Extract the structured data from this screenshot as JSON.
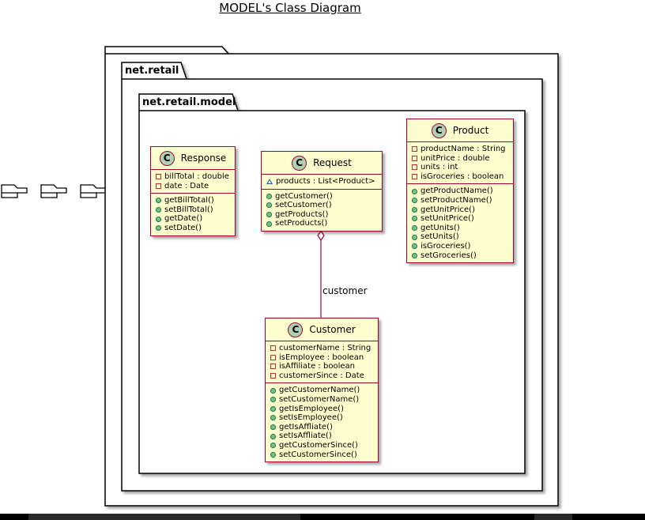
{
  "title": "MODEL's Class Diagram",
  "packages": {
    "outer": {
      "name": ""
    },
    "retail": {
      "name": "net.retail"
    },
    "model": {
      "name": "net.retail.model"
    }
  },
  "classes": {
    "response": {
      "stereotype": "C",
      "name": "Response",
      "attributes": [
        {
          "visibility": "private",
          "text": "billTotal : double"
        },
        {
          "visibility": "private",
          "text": "date : Date"
        }
      ],
      "methods": [
        {
          "visibility": "public",
          "text": "getBillTotal()"
        },
        {
          "visibility": "public",
          "text": "setBillTotal()"
        },
        {
          "visibility": "public",
          "text": "getDate()"
        },
        {
          "visibility": "public",
          "text": "setDate()"
        }
      ]
    },
    "request": {
      "stereotype": "C",
      "name": "Request",
      "attributes": [
        {
          "visibility": "package",
          "text": "products : List<Product>"
        }
      ],
      "methods": [
        {
          "visibility": "public",
          "text": "getCustomer()"
        },
        {
          "visibility": "public",
          "text": "setCustomer()"
        },
        {
          "visibility": "public",
          "text": "getProducts()"
        },
        {
          "visibility": "public",
          "text": "setProducts()"
        }
      ]
    },
    "product": {
      "stereotype": "C",
      "name": "Product",
      "attributes": [
        {
          "visibility": "private",
          "text": "productName : String"
        },
        {
          "visibility": "private",
          "text": "unitPrice : double"
        },
        {
          "visibility": "private",
          "text": "units : int"
        },
        {
          "visibility": "private",
          "text": "isGroceries : boolean"
        }
      ],
      "methods": [
        {
          "visibility": "public",
          "text": "getProductName()"
        },
        {
          "visibility": "public",
          "text": "setProductName()"
        },
        {
          "visibility": "public",
          "text": "getUnitPrice()"
        },
        {
          "visibility": "public",
          "text": "setUnitPrice()"
        },
        {
          "visibility": "public",
          "text": "getUnits()"
        },
        {
          "visibility": "public",
          "text": "setUnits()"
        },
        {
          "visibility": "public",
          "text": "isGroceries()"
        },
        {
          "visibility": "public",
          "text": "setGroceries()"
        }
      ]
    },
    "customer": {
      "stereotype": "C",
      "name": "Customer",
      "attributes": [
        {
          "visibility": "private",
          "text": "customerName : String"
        },
        {
          "visibility": "private",
          "text": "isEmployee : boolean"
        },
        {
          "visibility": "private",
          "text": "isAffiliate : boolean"
        },
        {
          "visibility": "private",
          "text": "customerSince : Date"
        }
      ],
      "methods": [
        {
          "visibility": "public",
          "text": "getCustomerName()"
        },
        {
          "visibility": "public",
          "text": "setCustomerName()"
        },
        {
          "visibility": "public",
          "text": "getIsEmployee()"
        },
        {
          "visibility": "public",
          "text": "setIsEmployee()"
        },
        {
          "visibility": "public",
          "text": "getIsAffliate()"
        },
        {
          "visibility": "public",
          "text": "setIsAffliate()"
        },
        {
          "visibility": "public",
          "text": "getCustomerSince()"
        },
        {
          "visibility": "public",
          "text": "setCustomerSince()"
        }
      ]
    }
  },
  "relations": [
    {
      "from": "Request",
      "to": "Customer",
      "type": "aggregation",
      "label": "customer"
    }
  ],
  "colors": {
    "class_fill": "#fefece",
    "class_border": "#a80036",
    "stereotype_circle": "#add1b2",
    "private_marker": "#c82930",
    "public_marker": "#84be84",
    "package_marker": "#1963a0"
  }
}
